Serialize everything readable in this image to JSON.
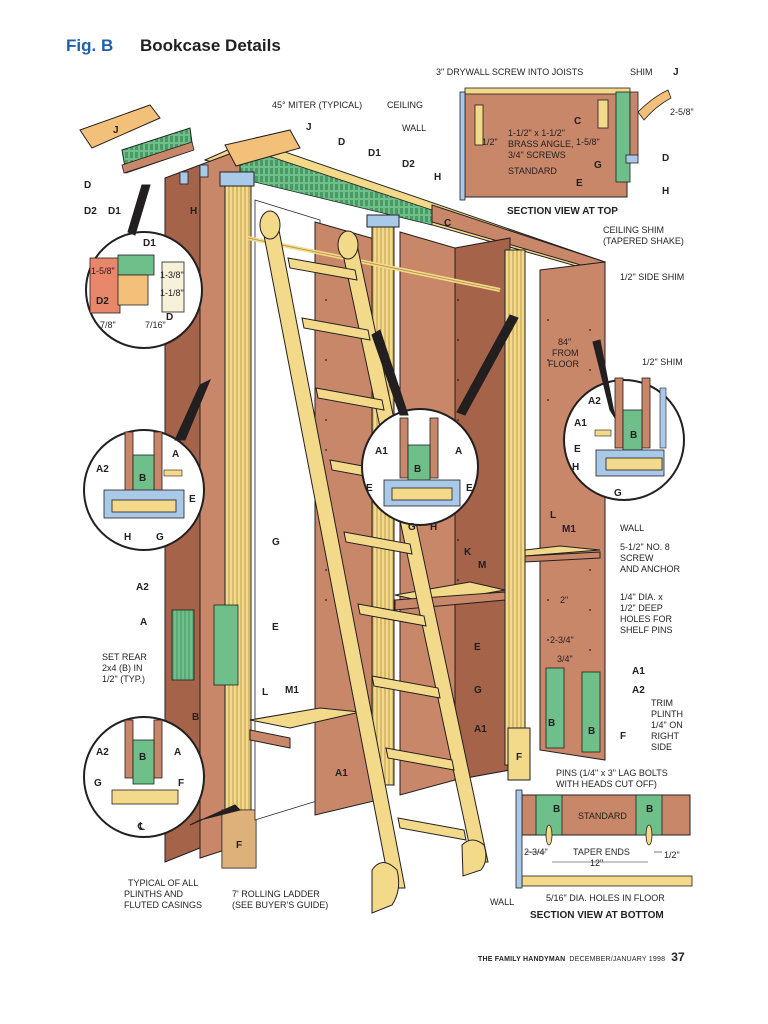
{
  "header": {
    "fig": "Fig. B",
    "title": "Bookcase Details"
  },
  "footer": {
    "magazine": "THE FAMILY HANDYMAN",
    "date": "DECEMBER/JANUARY 1998",
    "page": "37"
  },
  "colors": {
    "panel": "#c9876a",
    "panel_dark": "#a5634a",
    "wood": "#f3d98a",
    "green": "#6fbf8a",
    "blue": "#a9c9e8",
    "title_blue": "#1f5fae"
  },
  "callouts": {
    "miter": "45° MITER (TYPICAL)",
    "drywall_screw": "3\" DRYWALL SCREW INTO JOISTS",
    "shim": "SHIM",
    "ceiling": "CEILING",
    "wall": "WALL",
    "brass1": "1-1/2\" x 1-1/2\"",
    "brass2": "BRASS ANGLE,",
    "brass3": "3/4\" SCREWS",
    "standard": "STANDARD",
    "section_top": "SECTION VIEW AT TOP",
    "dim_258": "2-5/8\"",
    "dim_12": "1/2\"",
    "dim_158": "1-5/8\"",
    "ceiling_shim1": "CEILING SHIM",
    "ceiling_shim2": "(TAPERED SHAKE)",
    "side_shim": "1/2\" SIDE SHIM",
    "from_floor1": "84\"",
    "from_floor2": "FROM",
    "from_floor3": "FLOOR",
    "half_shim": "1/2\" SHIM",
    "wall2": "WALL",
    "screw1": "5-1/2\" NO. 8",
    "screw2": "SCREW",
    "screw3": "AND ANCHOR",
    "holes1": "1/4\" DIA. x",
    "holes2": "1/2\" DEEP",
    "holes3": "HOLES FOR",
    "holes4": "SHELF PINS",
    "dim_2": "2\"",
    "dim_234": "2-3/4\"",
    "dim_34": "3/4\"",
    "trim1": "TRIM",
    "trim2": "PLINTH",
    "trim3": "1/4\" ON",
    "trim4": "RIGHT",
    "trim5": "SIDE",
    "pins1": "PINS (1/4\" x 3\" LAG BOLTS",
    "pins2": "WITH HEADS CUT OFF)",
    "standard2": "STANDARD",
    "taper": "TAPER ENDS",
    "dim_12in": "12\"",
    "dim_234b": "2-3/4\"",
    "dim_12b": "1/2\"",
    "wall3": "WALL",
    "floor_holes": "5/16\" DIA. HOLES IN FLOOR",
    "section_bottom": "SECTION VIEW AT BOTTOM",
    "set_rear1": "SET REAR",
    "set_rear2": "2x4 (B) IN",
    "set_rear3": "1/2\" (TYP.)",
    "typical1": "TYPICAL OF ALL",
    "typical2": "PLINTHS AND",
    "typical3": "FLUTED CASINGS",
    "ladder1": "7' ROLLING LADDER",
    "ladder2": "(SEE BUYER'S GUIDE)",
    "d1_158": "1-5/8\"",
    "d1_138": "1-3/8\"",
    "d1_118": "1-1/8\"",
    "d1_78": "7/8\"",
    "d1_716": "7/16\""
  },
  "parts": {
    "A": "A",
    "A1": "A1",
    "A2": "A2",
    "B": "B",
    "C": "C",
    "D": "D",
    "D1": "D1",
    "D2": "D2",
    "E": "E",
    "F": "F",
    "G": "G",
    "H": "H",
    "J": "J",
    "K": "K",
    "L": "L",
    "M": "M",
    "M1": "M1",
    "CL": "℄"
  }
}
